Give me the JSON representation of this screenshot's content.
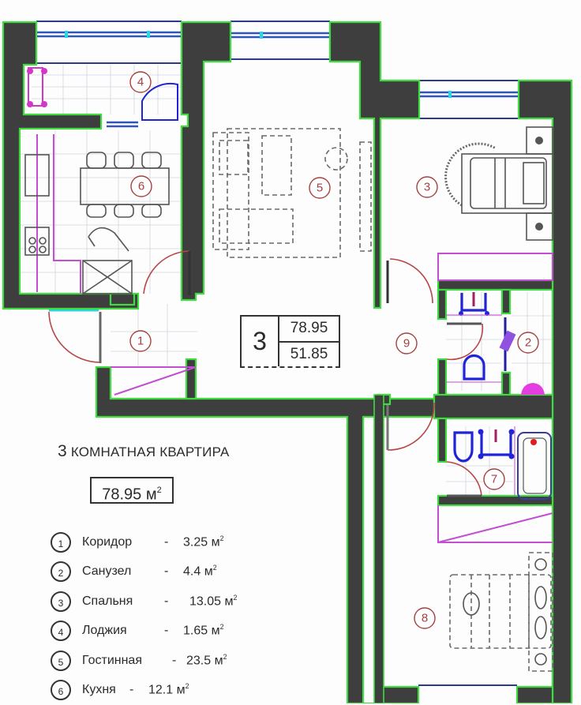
{
  "plan": {
    "title_number": "3",
    "title_text": "КОМНАТНАЯ КВАРТИРА",
    "total_area": "78.95 м",
    "total_area_unit_sup": "2",
    "badge": {
      "rooms": "3",
      "total_area": "78.95",
      "living_area": "51.85"
    },
    "rooms_on_plan": [
      {
        "num": "1",
        "name": "Коридор"
      },
      {
        "num": "2",
        "name": "Санузел"
      },
      {
        "num": "3",
        "name": "Спальня"
      },
      {
        "num": "4",
        "name": "Лоджия"
      },
      {
        "num": "5",
        "name": "Гостинная"
      },
      {
        "num": "6",
        "name": "Кухня"
      },
      {
        "num": "7",
        "name": ""
      },
      {
        "num": "8",
        "name": ""
      },
      {
        "num": "9",
        "name": ""
      }
    ]
  },
  "legend": [
    {
      "num": "1",
      "name": "Коридор",
      "sep": "-",
      "area": "3.25 м",
      "sup": "2"
    },
    {
      "num": "2",
      "name": "Санузел",
      "sep": "-",
      "area": "4.4 м",
      "sup": "2"
    },
    {
      "num": "3",
      "name": "Спальня",
      "sep": "-",
      "area": "13.05 м",
      "sup": "2"
    },
    {
      "num": "4",
      "name": "Лоджия",
      "sep": "-",
      "area": "1.65 м",
      "sup": "2"
    },
    {
      "num": "5",
      "name": "Гостинная",
      "sep": "-",
      "area": "23.5 м",
      "sup": "2"
    },
    {
      "num": "6",
      "name": "Кухня",
      "sep": "-",
      "area": "12.1 м",
      "sup": "2"
    }
  ],
  "colors": {
    "wall": "#3e3e3e",
    "wall_outline": "#3fdc3f",
    "window": "#2f56b8",
    "room_marker": "#a6403f",
    "built_in": "#c14fd0",
    "sanitary": "#2124d6"
  }
}
